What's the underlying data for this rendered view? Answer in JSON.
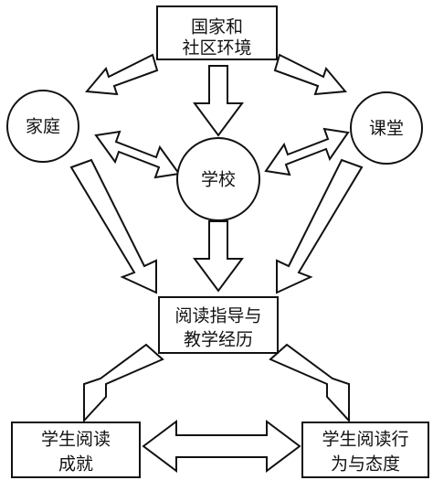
{
  "nodes": {
    "community": {
      "line1": "国家和",
      "line2": "社区环境"
    },
    "family": {
      "label": "家庭"
    },
    "school": {
      "label": "学校"
    },
    "classroom": {
      "label": "课堂"
    },
    "instruction": {
      "line1": "阅读指导与",
      "line2": "教学经历"
    },
    "achievement": {
      "line1": "学生阅读",
      "line2": "成就"
    },
    "behavior": {
      "line1": "学生阅读行",
      "line2": "为与态度"
    }
  },
  "colors": {
    "stroke": "#111111",
    "fill": "#ffffff"
  }
}
